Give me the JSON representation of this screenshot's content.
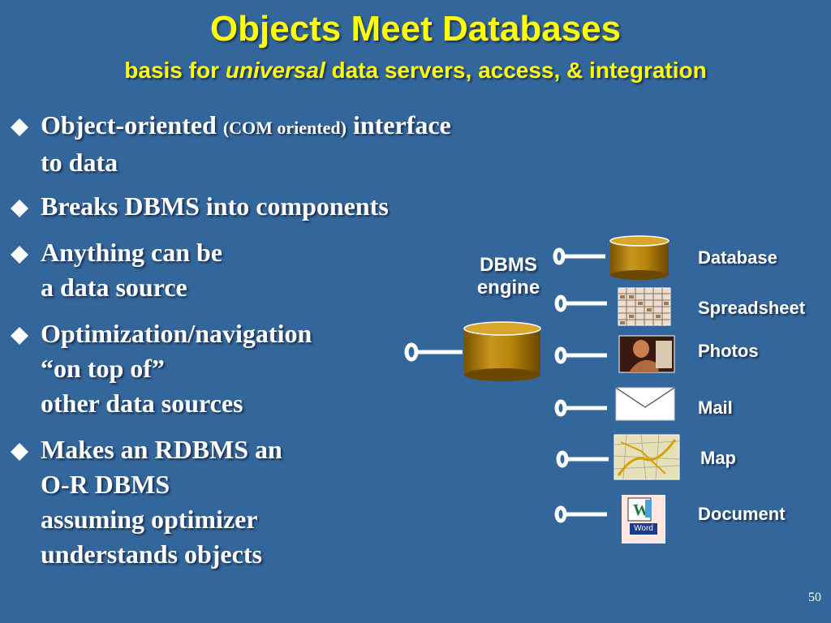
{
  "slide": {
    "title": "Objects Meet Databases",
    "subtitle_pre": "basis for ",
    "subtitle_em": "universal",
    "subtitle_post": " data servers, access, & integration",
    "page_number": "50"
  },
  "bullets": [
    {
      "line1_a": "Object-oriented ",
      "line1_small": "(COM oriented)",
      "line1_b": " interface",
      "line2": "to data"
    },
    {
      "line1": "Breaks DBMS into components"
    },
    {
      "line1": "Anything can be",
      "line2": "a data source"
    },
    {
      "line1": "Optimization/navigation",
      "line2": "“on top of”",
      "line3": "other data sources"
    },
    {
      "line1": "Makes an RDBMS an",
      "line2": "O-R DBMS",
      "line3": "assuming optimizer",
      "line4": "understands objects"
    }
  ],
  "diagram": {
    "engine_label_1": "DBMS",
    "engine_label_2": "engine",
    "sources": [
      {
        "label": "Database",
        "icon": "database-cylinder-icon"
      },
      {
        "label": "Spreadsheet",
        "icon": "spreadsheet-icon"
      },
      {
        "label": "Photos",
        "icon": "photo-icon"
      },
      {
        "label": "Mail",
        "icon": "envelope-icon"
      },
      {
        "label": "Map",
        "icon": "map-icon"
      },
      {
        "label": "Document",
        "icon": "word-document-icon"
      }
    ],
    "document_icon_text": "Word"
  },
  "colors": {
    "background": "#33669a",
    "title": "#ffff00",
    "text": "#ffffff",
    "cylinder": "#b8860b"
  }
}
